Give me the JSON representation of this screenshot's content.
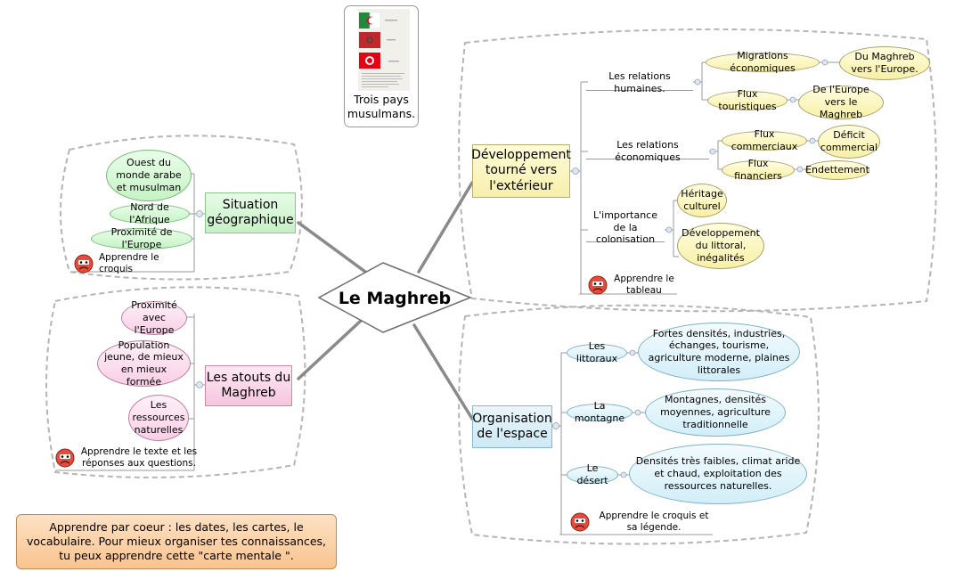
{
  "central": "Le Maghreb",
  "flag_caption": "Trois pays musulmans.",
  "advice": "Apprendre par coeur : les dates, les cartes, le vocabulaire. Pour mieux organiser tes connaissances, tu peux apprendre cette \"carte mentale \".",
  "situation": {
    "label": "Situation géographique",
    "items": [
      "Ouest du monde arabe et musulman",
      "Nord de l'Afrique",
      "Proximité de l'Europe"
    ],
    "note": "Apprendre le croquis"
  },
  "atouts": {
    "label": "Les atouts du Maghreb",
    "items": [
      "Proximité avec l'Europe",
      "Population jeune, de mieux en mieux formée",
      "Les ressources naturelles"
    ],
    "note": "Apprendre le texte et les réponses aux questions."
  },
  "developpement": {
    "label": "Développement tourné vers l'extérieur",
    "humaines": {
      "label": "Les relations humaines.",
      "migrations": "Migrations économiques",
      "migrations_detail": "Du Maghreb vers l'Europe.",
      "flux": "Flux touristiques",
      "flux_detail": "De l'Europe vers le Maghreb"
    },
    "economiques": {
      "label": "Les relations économiques",
      "commerciaux": "Flux commerciaux",
      "commerciaux_detail": "Déficit commercial",
      "financiers": "Flux financiers",
      "financiers_detail": "Endettement"
    },
    "colonisation": {
      "label": "L'importance de la colonisation",
      "heritage": "Héritage culturel",
      "littoral": "Développement du littoral, inégalités"
    },
    "note": "Apprendre le tableau"
  },
  "organisation": {
    "label": "Organisation de l'espace",
    "littoraux": "Les littoraux",
    "littoraux_detail": "Fortes densités, industries, échanges, tourisme, agriculture moderne, plaines littorales",
    "montagne": "La montagne",
    "montagne_detail": "Montagnes, densités moyennes, agriculture traditionnelle",
    "desert": "Le désert",
    "desert_detail": "Densités très faibles, climat aride et chaud, exploitation des ressources naturelles.",
    "note": "Apprendre le croquis et sa légende."
  }
}
